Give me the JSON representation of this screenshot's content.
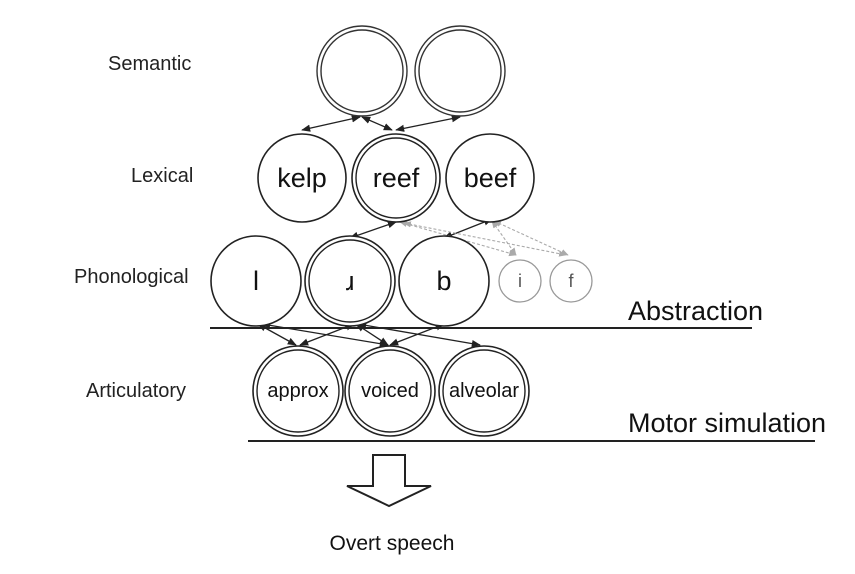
{
  "levels": {
    "semantic": "Semantic",
    "lexical": "Lexical",
    "phonological": "Phonological",
    "articulatory": "Articulatory"
  },
  "lexical_nodes": [
    "kelp",
    "reef",
    "beef"
  ],
  "phonological_nodes": [
    "l",
    "ɹ",
    "b",
    "i",
    "f"
  ],
  "articulatory_nodes": [
    "approx",
    "voiced",
    "alveolar"
  ],
  "dividers": {
    "abstraction": "Abstraction",
    "motor": "Motor simulation"
  },
  "output": "Overt speech"
}
